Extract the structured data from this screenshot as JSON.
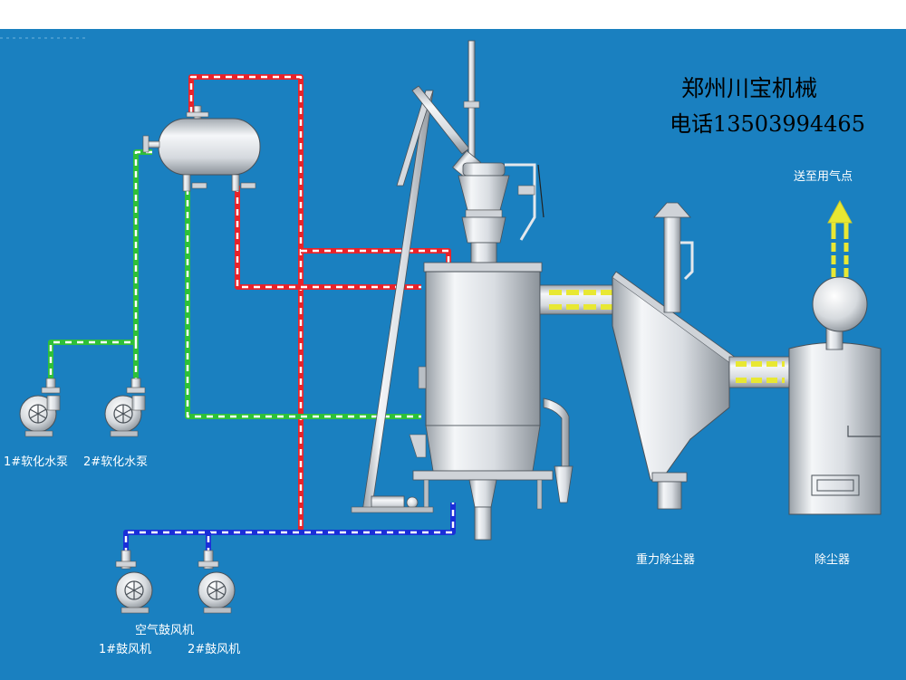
{
  "company": "郑州川宝机械",
  "phone": "电话13503994465",
  "labels": {
    "output": "送至用气点",
    "pump1": "1#软化水泵",
    "pump2": "2#软化水泵",
    "air_blower": "空气鼓风机",
    "blower1": "1#鼓风机",
    "blower2": "2#鼓风机",
    "gravity_dust": "重力除尘器",
    "dust": "除尘器"
  },
  "colors": {
    "background": "#1a80c0",
    "hot_water": "#e8232a",
    "soft_water": "#2fc038",
    "air": "#1a2fd8",
    "gas": "#e8e833",
    "equipment": "#e4e7ec"
  }
}
